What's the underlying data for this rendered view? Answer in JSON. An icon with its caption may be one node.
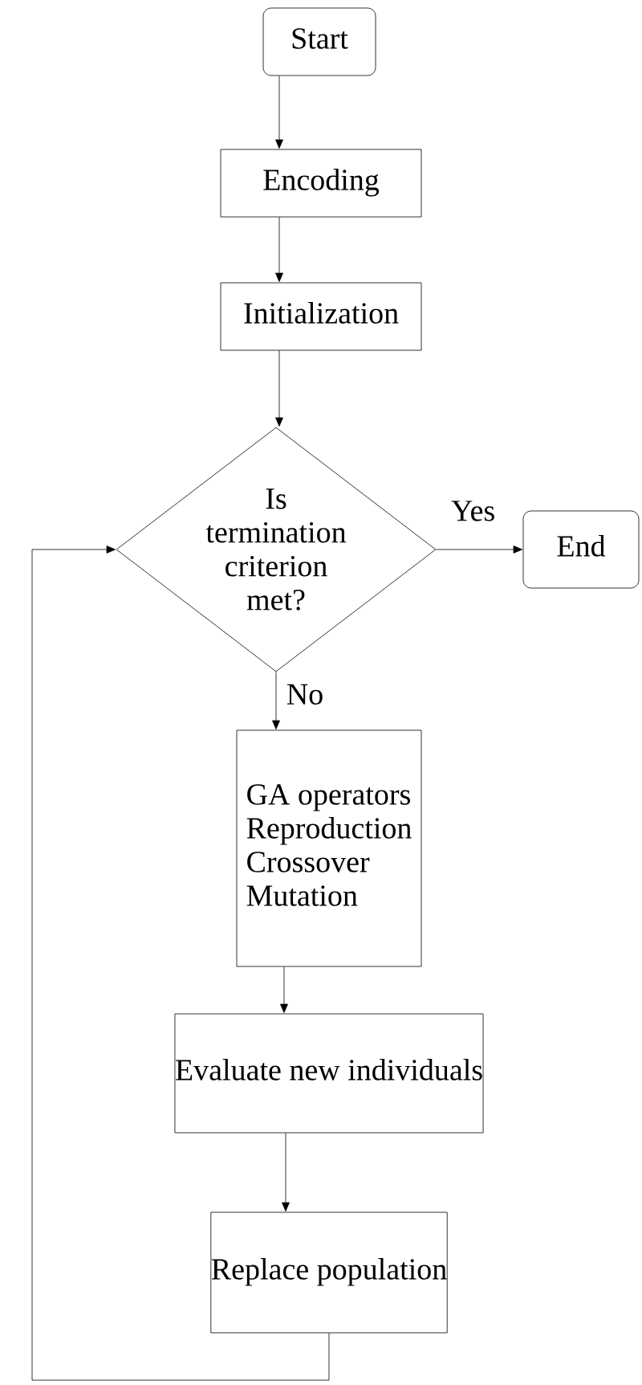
{
  "diagram": {
    "nodes": [
      {
        "text": [
          "Start"
        ]
      },
      {
        "text": [
          "Encoding"
        ]
      },
      {
        "text": [
          "Initialization"
        ]
      },
      {
        "text": [
          "Is termination criterion met?"
        ]
      },
      {
        "text": [
          "End"
        ]
      },
      {
        "text": [
          "GA operators",
          "Reproduction",
          "Crossover",
          "Mutation"
        ]
      },
      {
        "text": [
          "Evaluate new individuals"
        ]
      },
      {
        "text": [
          "Replace population"
        ]
      }
    ],
    "edges": [
      {
        "from": 0,
        "to": 1,
        "arrow": "to"
      },
      {
        "from": 1,
        "to": 2,
        "arrow": "to"
      },
      {
        "from": 2,
        "to": 3,
        "arrow": "to"
      },
      {
        "from": 3,
        "to": 4,
        "arrow": "to",
        "label": "Yes"
      },
      {
        "from": 3,
        "to": 5,
        "arrow": "to",
        "label": "No"
      },
      {
        "from": 5,
        "to": 6,
        "arrow": "to"
      },
      {
        "from": 6,
        "to": 7,
        "arrow": "to"
      },
      {
        "from": 7,
        "to": 3,
        "arrow": "to"
      }
    ]
  }
}
